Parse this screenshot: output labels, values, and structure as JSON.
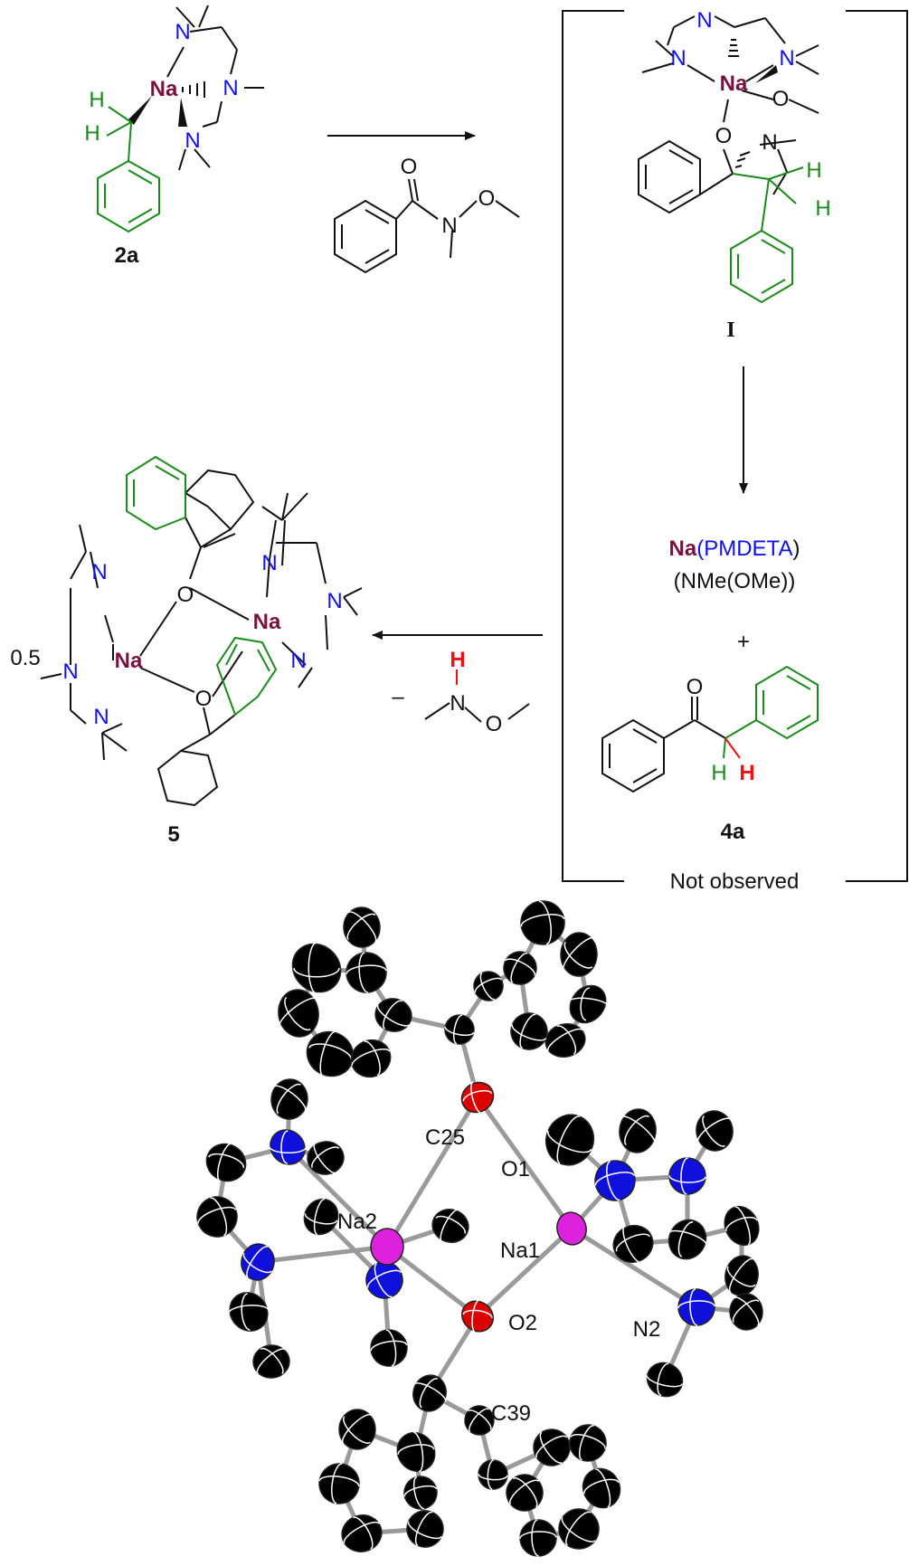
{
  "colors": {
    "sodium": "#7a1040",
    "nitrogen": "#1010ee",
    "benzyl": "#1a8a1a",
    "highlight_h": "#ee1111",
    "bond": "#111111",
    "crystal_carbon": "#000000",
    "crystal_nitrogen": "#1010dd",
    "crystal_oxygen": "#dd0000",
    "crystal_sodium": "#dd22dd",
    "crystal_bond": "#9a9a9a"
  },
  "compounds": {
    "c2a": "2a",
    "intermediate": "I",
    "c4a": "4a",
    "c5": "5"
  },
  "atoms": {
    "na": "Na",
    "n": "N",
    "o": "O",
    "h": "H"
  },
  "byproduct": {
    "na": "Na",
    "pmdeta": "PMDETA",
    "open_paren": "(",
    "close_paren": ")",
    "line2": "(NMe(OMe))"
  },
  "plus": "+",
  "minus": "–",
  "stoich": "0.5",
  "not_observed": "Not observed",
  "crystal_labels": {
    "c25": "C25",
    "o1": "O1",
    "na2": "Na2",
    "na1": "Na1",
    "o2": "O2",
    "n2": "N2",
    "c39": "C39"
  }
}
